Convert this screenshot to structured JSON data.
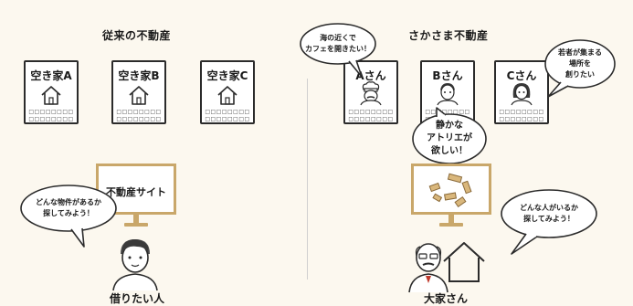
{
  "left": {
    "title": "従来の不動産",
    "houses": [
      {
        "label": "空き家A",
        "dots": [
          "□□□□□□□□",
          "□□□□□□□□"
        ]
      },
      {
        "label": "空き家B",
        "dots": [
          "□□□□□□□□",
          "□□□□□□□□"
        ]
      },
      {
        "label": "空き家C",
        "dots": [
          "□□□□□□□□",
          "□□□□□□□□"
        ]
      }
    ],
    "monitor_label": "不動産サイト",
    "bubble": [
      "どんな物件があるか",
      "探してみよう！"
    ],
    "person_label": "借りたい人"
  },
  "right": {
    "title": "さかさま不動産",
    "people": [
      {
        "label": "Aさん",
        "dots": [
          "□□□□□□□□",
          "□□□□□□□□"
        ]
      },
      {
        "label": "Bさん",
        "dots": [
          "□□□□□□□□",
          "□□□□□□□□"
        ]
      },
      {
        "label": "Cさん",
        "dots": [
          "□□□□□□□□",
          "□□□□□□□□"
        ]
      }
    ],
    "bubble_a": [
      "海の近くで",
      "カフェを開きたい！"
    ],
    "bubble_b": [
      "静かな",
      "アトリエが",
      "欲しい！"
    ],
    "bubble_c": [
      "若者が集まる",
      "場所を",
      "創りたい"
    ],
    "bubble_owner": [
      "どんな人がいるか",
      "探してみよう！"
    ],
    "owner_label": "大家さん"
  },
  "colors": {
    "background": "#fcf8ef",
    "monitor": "#c9a76a",
    "ink": "#2b2b2b"
  }
}
